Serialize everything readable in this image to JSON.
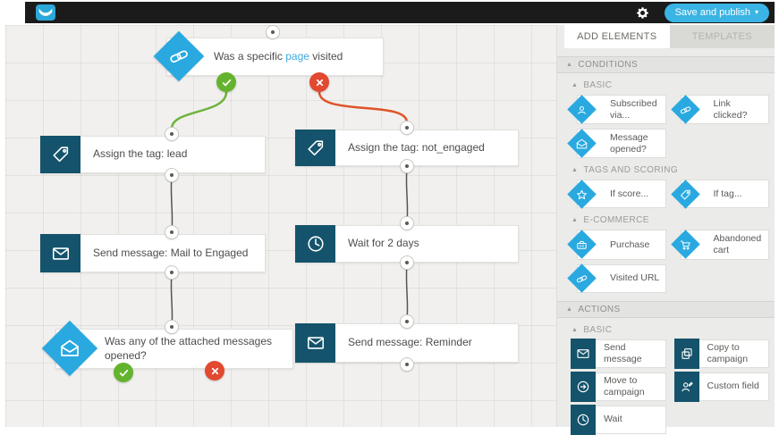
{
  "topbar": {
    "logo_icon": "envelope-logo",
    "gear_icon": "gear",
    "save_button": {
      "label": "Save and publish",
      "caret": "▾"
    }
  },
  "colors": {
    "condition_blue": "#29a9e0",
    "action_teal": "#14536b",
    "yes_green": "#64b32e",
    "no_red": "#e2492f",
    "save_button_blue": "#3ab4e4",
    "link_blue": "#3fa9dc"
  },
  "canvas": {
    "node_page_visited": {
      "prefix": "Was a specific ",
      "link": "page",
      "suffix": " visited",
      "icon": "link-icon"
    },
    "node_tag_lead": {
      "label": "Assign the tag: lead",
      "icon": "tag-icon"
    },
    "node_tag_not_engaged": {
      "label": "Assign the tag: not_engaged",
      "icon": "tag-icon"
    },
    "node_send_engaged": {
      "label": "Send message: Mail to Engaged",
      "icon": "envelope-icon"
    },
    "node_wait": {
      "label": "Wait for 2 days",
      "icon": "clock-icon"
    },
    "node_messages_opened": {
      "label": "Was any of the attached messages opened?",
      "icon": "envelope-open-icon"
    },
    "node_send_reminder": {
      "label": "Send message: Reminder",
      "icon": "envelope-icon"
    }
  },
  "sidebar": {
    "collapse_arrow": "▲",
    "tabs": [
      {
        "label": "ADD ELEMENTS"
      },
      {
        "label": "TEMPLATES"
      }
    ],
    "conditions": {
      "title": "CONDITIONS",
      "basic": {
        "title": "BASIC",
        "items": [
          {
            "label": "Subscribed via...",
            "icon": "user-icon"
          },
          {
            "label": "Link clicked?",
            "icon": "link-icon"
          },
          {
            "label": "Message opened?",
            "icon": "envelope-open-icon"
          }
        ]
      },
      "tags_scoring": {
        "title": "TAGS AND SCORING",
        "items": [
          {
            "label": "If score...",
            "icon": "star-icon"
          },
          {
            "label": "If tag...",
            "icon": "tag-icon"
          }
        ]
      },
      "ecommerce": {
        "title": "E-COMMERCE",
        "items": [
          {
            "label": "Purchase",
            "icon": "basket-icon"
          },
          {
            "label": "Abandoned cart",
            "icon": "cart-icon"
          },
          {
            "label": "Visited URL",
            "icon": "link-icon"
          }
        ]
      }
    },
    "actions": {
      "title": "ACTIONS",
      "basic": {
        "title": "BASIC",
        "items": [
          {
            "label": "Send message",
            "icon": "envelope-icon"
          },
          {
            "label": "Copy to campaign",
            "icon": "copy-icon"
          },
          {
            "label": "Move to campaign",
            "icon": "move-icon"
          },
          {
            "label": "Custom field",
            "icon": "user-edit-icon"
          },
          {
            "label": "Wait",
            "icon": "clock-icon"
          }
        ]
      }
    }
  }
}
